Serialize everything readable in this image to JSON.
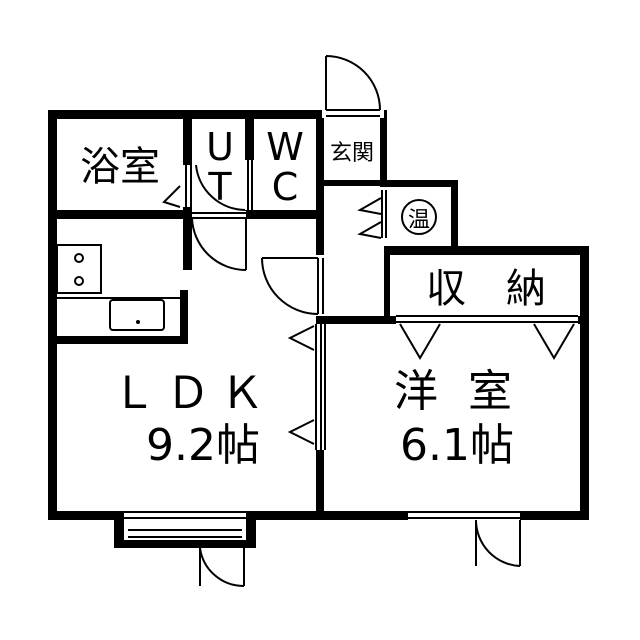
{
  "rooms": {
    "bath": "浴室",
    "ut_1": "U",
    "ut_2": "T",
    "wc_1": "W",
    "wc_2": "C",
    "entrance": "玄関",
    "water_heater": "温",
    "storage": "収　納",
    "ldk_name": "ＬＤＫ",
    "ldk_size": "9.2帖",
    "western_name": "洋 室",
    "western_size": "6.1帖"
  }
}
